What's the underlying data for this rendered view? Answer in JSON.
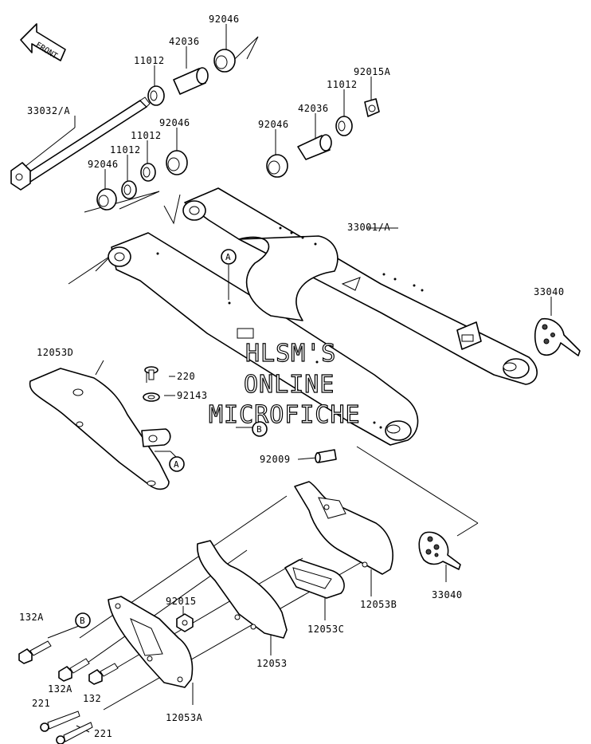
{
  "diagram": {
    "front_arrow_label": "FRONT",
    "watermark": [
      "HLSM'S",
      "ONLINE",
      "MICROFICHE"
    ],
    "callouts": {
      "A": "A",
      "B": "B"
    },
    "labels": {
      "l_92046_top": "92046",
      "l_42036_top": "42036",
      "l_11012_top": "11012",
      "l_33032A": "33032/A",
      "l_92046_left2": "92046",
      "l_11012_left2": "11012",
      "l_11012_left3": "11012",
      "l_92046_left3": "92046",
      "l_92015A": "92015A",
      "l_11012_right": "11012",
      "l_42036_right": "42036",
      "l_92046_right": "92046",
      "l_33001A": "33001/A",
      "l_33040_top": "33040",
      "l_12053D": "12053D",
      "l_220": "220",
      "l_92143": "92143",
      "l_92009": "92009",
      "l_33040_bottom": "33040",
      "l_12053B": "12053B",
      "l_92015": "92015",
      "l_132A_1": "132A",
      "l_12053C": "12053C",
      "l_12053": "12053",
      "l_132A_2": "132A",
      "l_132": "132",
      "l_221_1": "221",
      "l_12053A": "12053A",
      "l_221_2": "221"
    }
  }
}
